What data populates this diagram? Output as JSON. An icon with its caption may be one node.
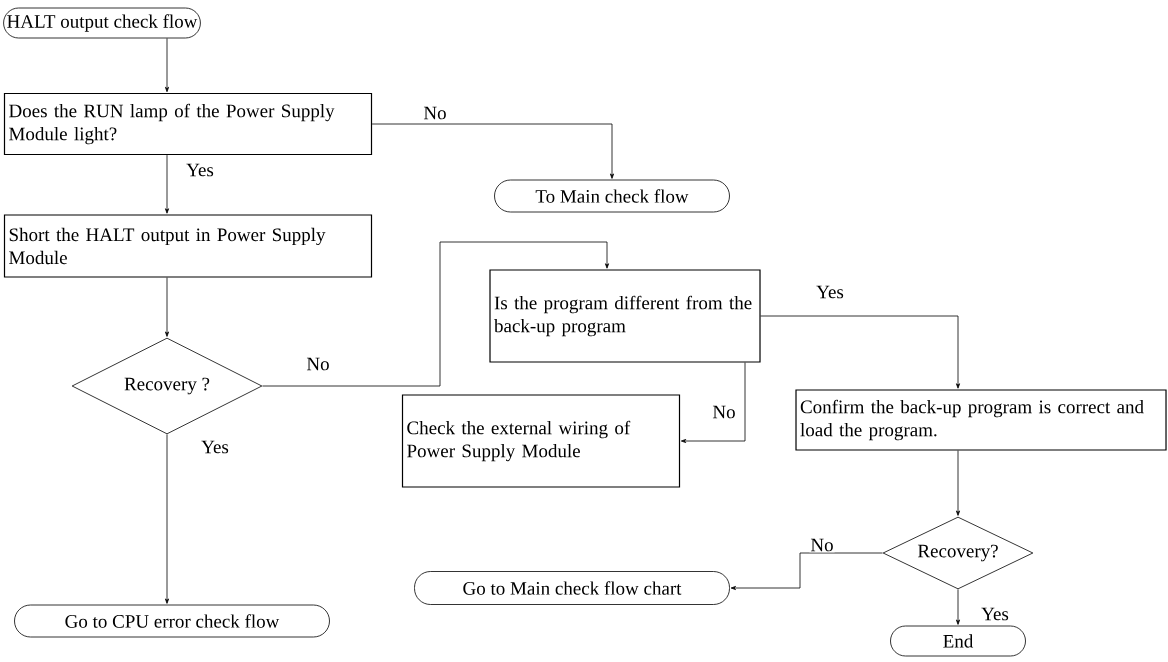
{
  "diagram": {
    "nodes": [
      {
        "text": [
          "HALT output check flow"
        ]
      },
      {
        "text": [
          "Does the RUN lamp of the Power Supply Module light?"
        ]
      },
      {
        "text": [
          "To Main check flow"
        ]
      },
      {
        "text": [
          "Short the HALT output in Power Supply Module"
        ]
      },
      {
        "text": [
          "Recovery ?"
        ]
      },
      {
        "text": [
          "Is the program different from the back-up program"
        ]
      },
      {
        "text": [
          "Check the external wiring of Power Supply Module"
        ]
      },
      {
        "text": [
          "Confirm the back-up program is correct and load the program."
        ]
      },
      {
        "text": [
          "Go to Main check flow chart"
        ]
      },
      {
        "text": [
          "Recovery?"
        ]
      },
      {
        "text": [
          "End"
        ]
      },
      {
        "text": [
          "Go to CPU error check flow"
        ]
      }
    ],
    "edges": [
      {
        "from": 0,
        "to": 1,
        "arrow": "to"
      },
      {
        "from": 1,
        "to": 2,
        "arrow": "to",
        "label": "No"
      },
      {
        "from": 1,
        "to": 3,
        "arrow": "to",
        "label": "Yes"
      },
      {
        "from": 3,
        "to": 4,
        "arrow": "to"
      },
      {
        "from": 4,
        "to": 5,
        "arrow": "to",
        "label": "No"
      },
      {
        "from": 4,
        "to": 11,
        "arrow": "to",
        "label": "Yes"
      },
      {
        "from": 5,
        "to": 7,
        "arrow": "to",
        "label": "Yes"
      },
      {
        "from": 5,
        "to": 6,
        "arrow": "to",
        "label": "No"
      },
      {
        "from": 7,
        "to": 9,
        "arrow": "to"
      },
      {
        "from": 9,
        "to": 8,
        "arrow": "to",
        "label": "No"
      },
      {
        "from": 9,
        "to": 10,
        "arrow": "to",
        "label": "Yes"
      }
    ]
  }
}
